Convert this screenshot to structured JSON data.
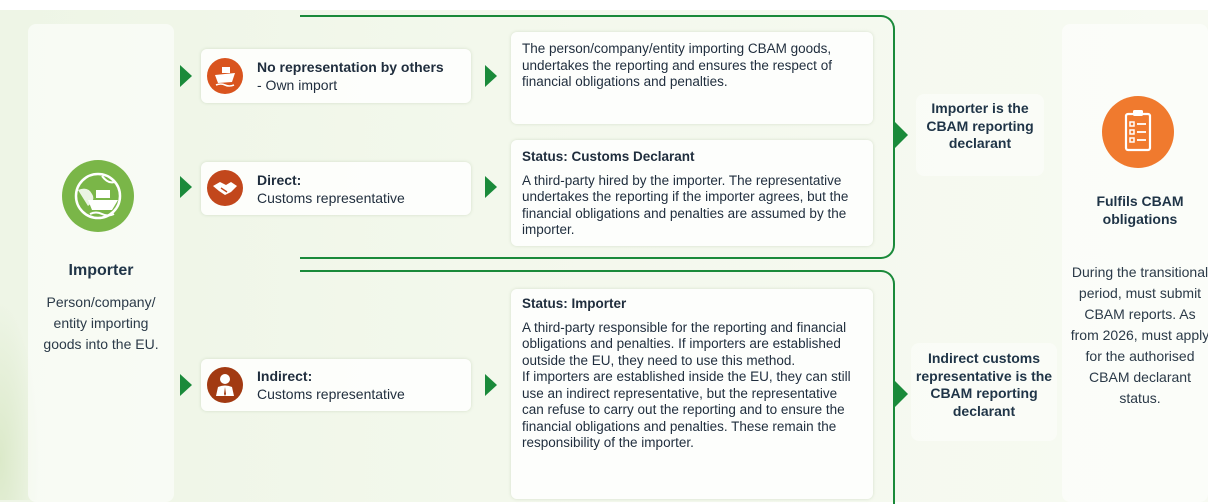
{
  "importer": {
    "title": "Importer",
    "description": "Person/company/ entity importing goods into the EU.",
    "icon": "ship-globe-icon",
    "icon_color": "#7ab648"
  },
  "options": [
    {
      "title": "No representation by others",
      "subtitle": "- Own import",
      "icon": "ship-icon",
      "icon_color": "#d9541e"
    },
    {
      "title": "Direct:",
      "subtitle": "Customs representative",
      "icon": "handshake-icon",
      "icon_color": "#c2471c"
    },
    {
      "title": "Indirect:",
      "subtitle": "Customs representative",
      "icon": "person-icon",
      "icon_color": "#a23a12"
    }
  ],
  "descriptions": [
    {
      "heading": "",
      "text": "The person/company/entity importing CBAM goods, undertakes the reporting and ensures the respect of financial obligations and penalties."
    },
    {
      "heading": "Status: Customs Declarant",
      "text": "A third-party hired by the importer. The representative undertakes the reporting if the importer agrees, but the financial obligations and penalties are assumed by the importer."
    },
    {
      "heading": "Status: Importer",
      "text": "A third-party responsible for the reporting and financial obligations and penalties. If importers are established outside the EU, they need to use this method.",
      "text2": "If importers are established inside the EU, they can still use an indirect representative, but the representative can refuse to carry out the reporting and to ensure the financial obligations and penalties. These remain the responsibility of the importer."
    }
  ],
  "declarants": [
    {
      "text": "Importer is the CBAM reporting declarant"
    },
    {
      "text": "Indirect customs representative is the CBAM reporting declarant"
    }
  ],
  "obligations": {
    "title": "Fulfils CBAM obligations",
    "text": "During the transitional period, must submit CBAM reports. As from 2026, must apply for the authorised CBAM declarant status.",
    "icon": "clipboard-checklist-icon",
    "icon_color": "#f07a2e"
  },
  "colors": {
    "accent_green": "#1a8a3a",
    "light_green": "#7ab648",
    "orange": "#f07a2e"
  }
}
